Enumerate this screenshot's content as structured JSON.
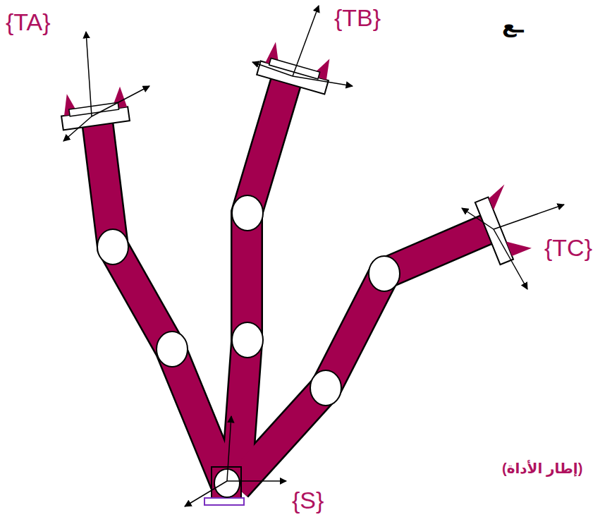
{
  "diagram": {
    "labels": [
      "{TA}",
      "{TB}",
      "{TC}",
      "{S}",
      "(إطار الأداة)",
      "ـع"
    ]
  }
}
